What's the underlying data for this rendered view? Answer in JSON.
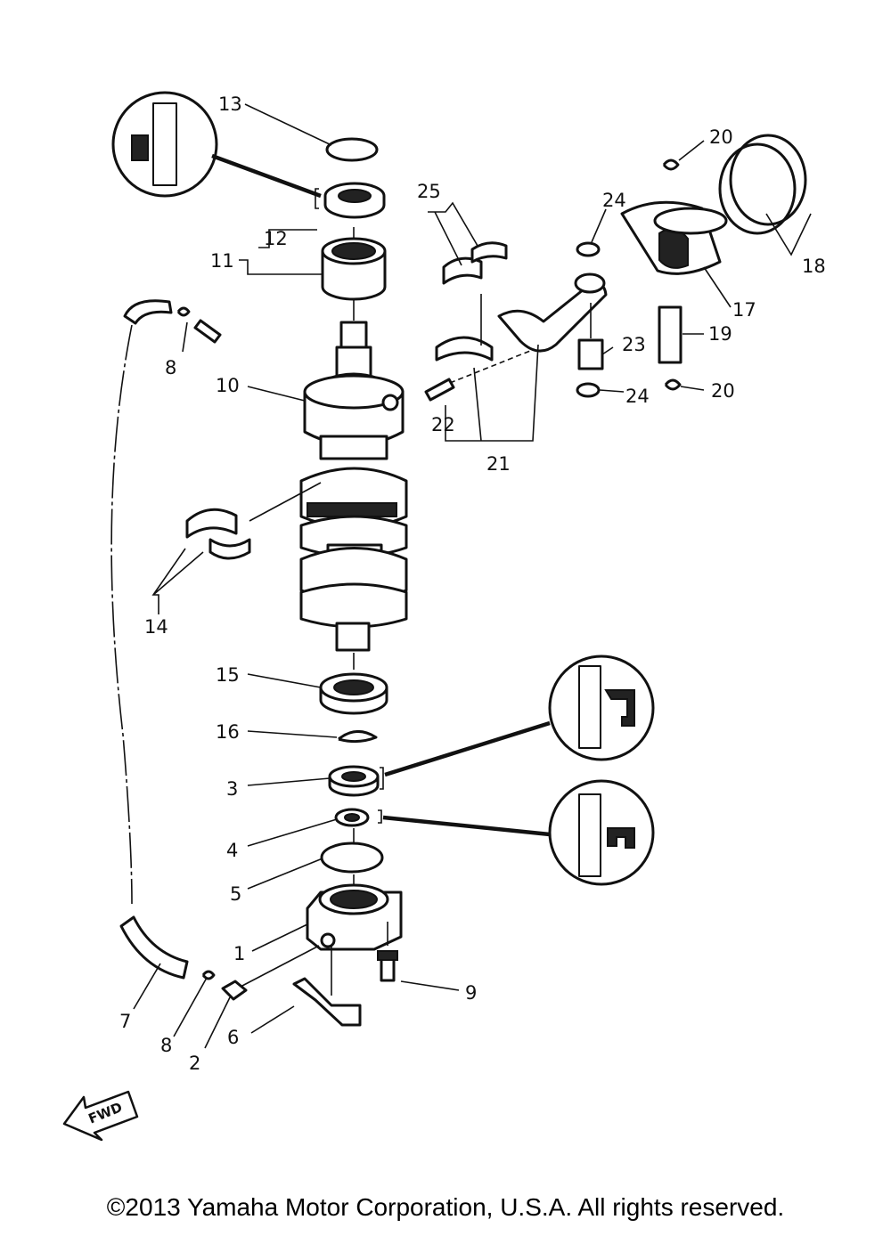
{
  "labels": {
    "l1": "1",
    "l2": "2",
    "l3": "3",
    "l4": "4",
    "l5": "5",
    "l6": "6",
    "l7": "7",
    "l8a": "8",
    "l8b": "8",
    "l9": "9",
    "l10": "10",
    "l11": "11",
    "l12": "12",
    "l13": "13",
    "l14": "14",
    "l15": "15",
    "l16": "16",
    "l17": "17",
    "l18": "18",
    "l19": "19",
    "l20a": "20",
    "l20b": "20",
    "l21": "21",
    "l22": "22",
    "l23": "23",
    "l24a": "24",
    "l24b": "24",
    "l25": "25"
  },
  "fwd_label": "FWD",
  "copyright": "©2013 Yamaha Motor Corporation, U.S.A. All rights reserved."
}
